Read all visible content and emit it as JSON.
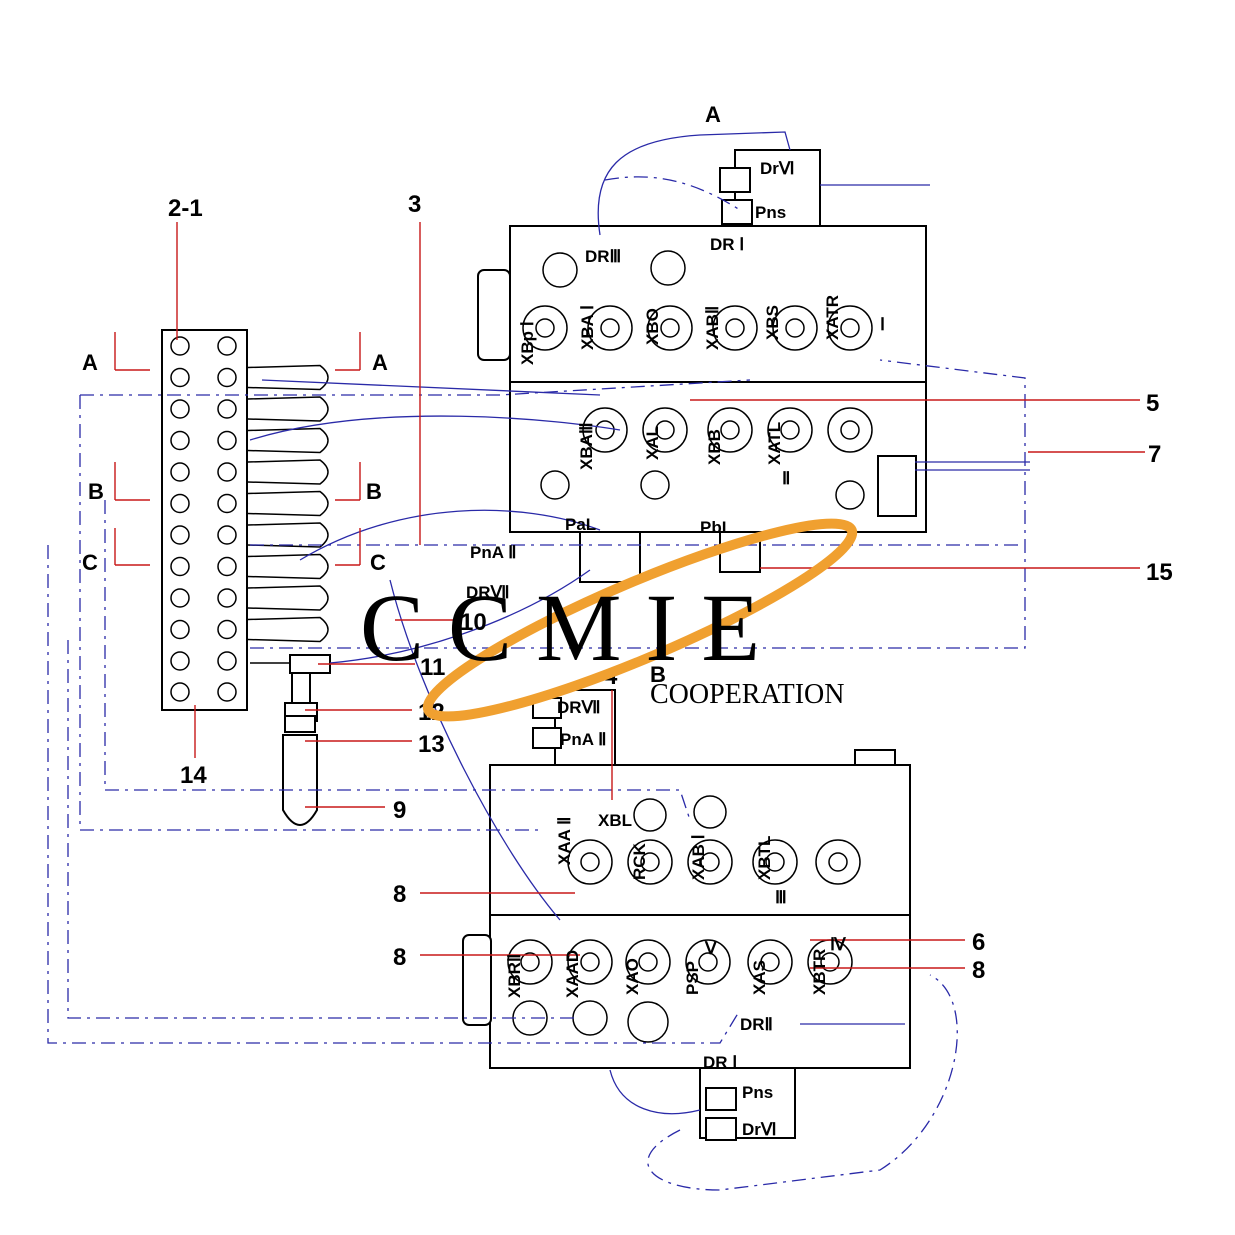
{
  "callouts": {
    "c2_1": "2-1",
    "c3": "3",
    "c4": "4",
    "c5": "5",
    "c6": "6",
    "c7": "7",
    "c8a": "8",
    "c8b": "8",
    "c8c": "8",
    "c9": "9",
    "c10": "10",
    "c11": "11",
    "c12": "12",
    "c13": "13",
    "c14": "14",
    "c15": "15"
  },
  "sections": {
    "a_left": "A",
    "a_right": "A",
    "b_left": "B",
    "b_right": "B",
    "c_left": "C",
    "c_right": "C",
    "a_top": "A",
    "b_mid": "B"
  },
  "upper_valve": {
    "drvi": "DrⅥ",
    "pns": "Pns",
    "dr1": "DR Ⅰ",
    "dr3": "DRⅢ",
    "xbp1": "XBp Ⅰ",
    "xba1": "XBA Ⅰ",
    "xbo": "XBO",
    "xab2": "XABⅡ",
    "xbs": "XBS",
    "xatr": "XATR",
    "roman1": "Ⅰ",
    "xba3": "XBAⅢ",
    "xal": "XAL",
    "xbb": "XBB",
    "xatl": "XATL",
    "roman2": "Ⅱ",
    "pal": "PaL",
    "pbl": "PbL",
    "pna2": "PnA Ⅱ",
    "drv7": "DRⅦ"
  },
  "lower_valve": {
    "drv7": "DRⅦ",
    "pna2": "PnA Ⅱ",
    "xaa2": "XAA Ⅱ",
    "xbl": "XBL",
    "rck": "RCK",
    "xab1": "XAB Ⅰ",
    "xbtl": "XBTL",
    "roman3": "Ⅲ",
    "xbr2": "XBRⅡ",
    "xaad": "XAAD",
    "xao": "XAO",
    "psp": "PSP",
    "roman5": "Ⅴ",
    "xas": "XAS",
    "xbtr": "XBTR",
    "roman4": "Ⅳ",
    "dr2": "DRⅡ",
    "dr1": "DR Ⅰ",
    "pns": "Pns",
    "drvi": "DrⅥ"
  },
  "watermark": {
    "main": "C C M I E",
    "sub": "COOPERATION",
    "accent_color": "#f0a030"
  },
  "colors": {
    "hose": "#2a2aa8",
    "leader": "#c81818"
  }
}
